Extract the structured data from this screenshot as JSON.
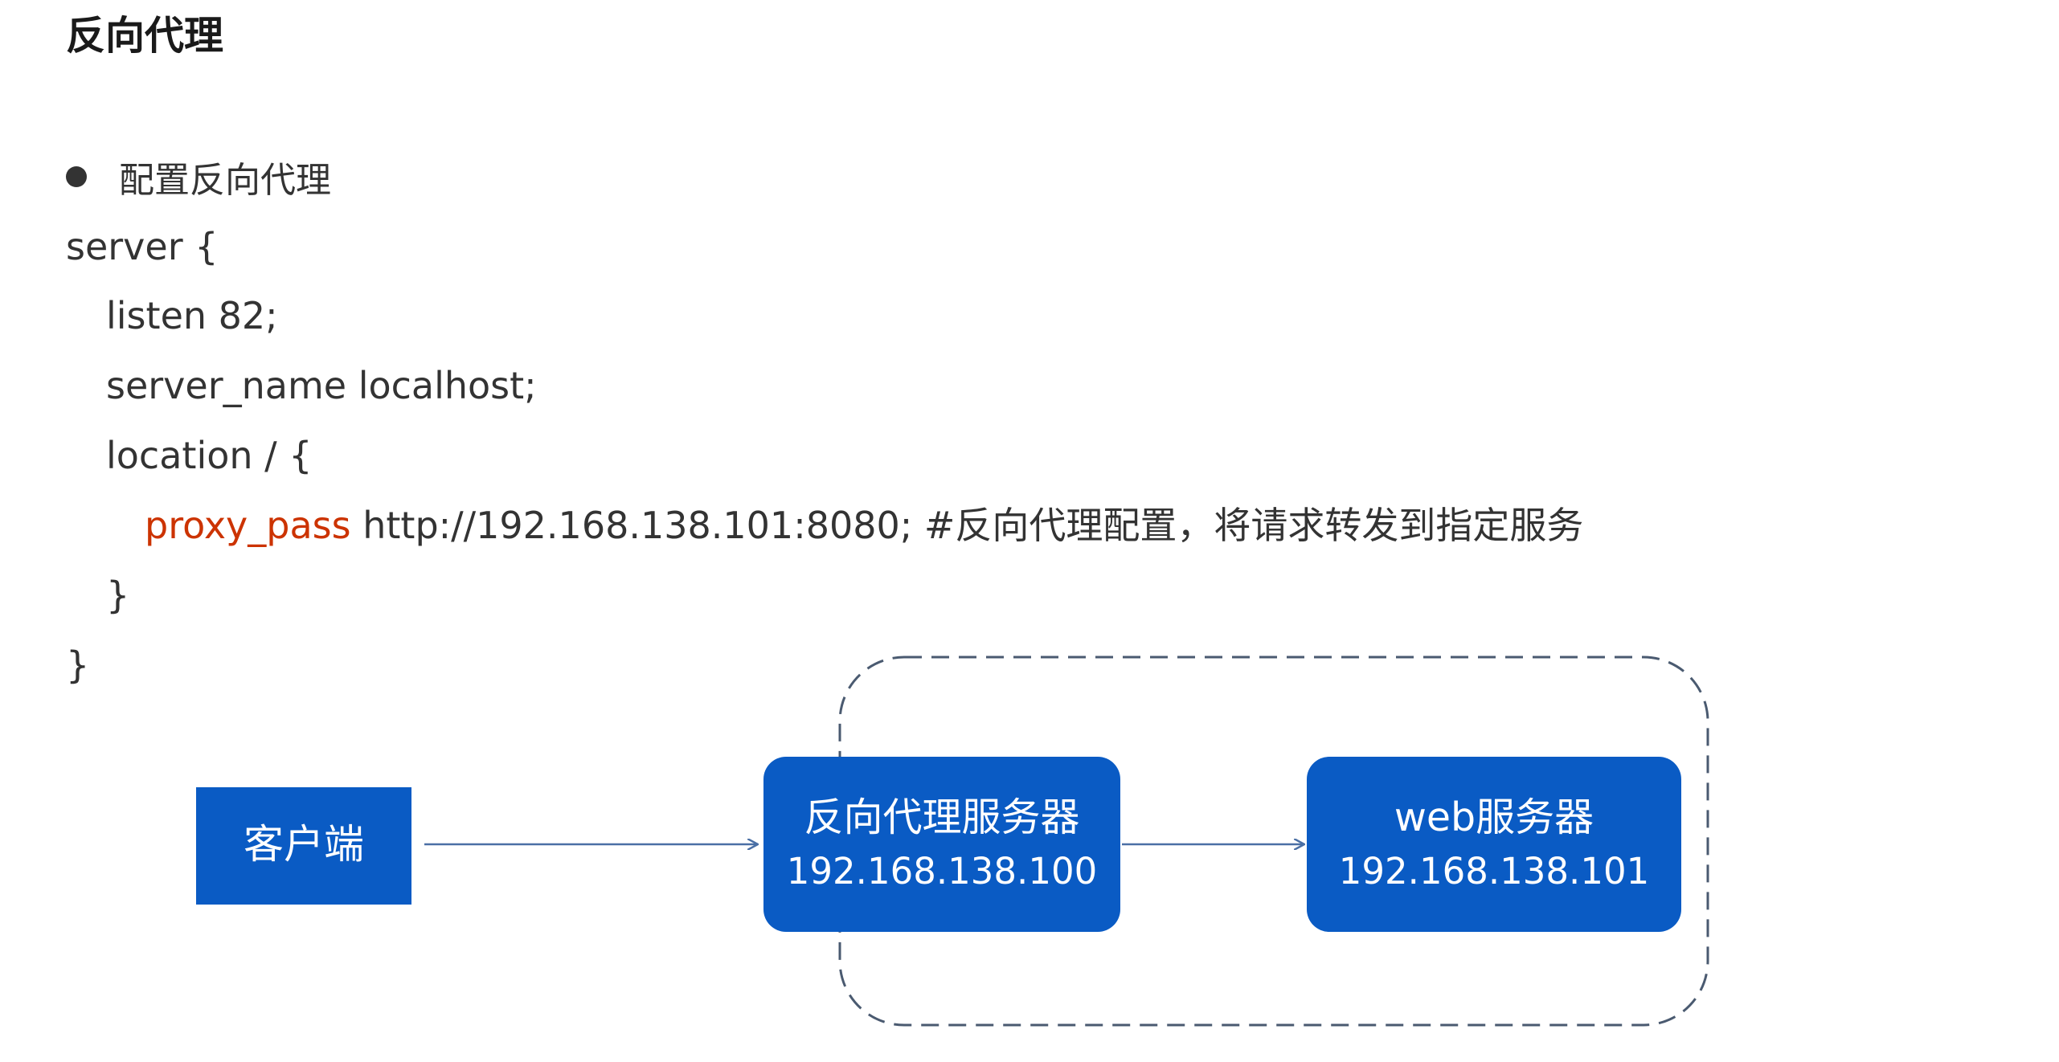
{
  "title": "反向代理",
  "bullet": "配置反向代理",
  "code": {
    "line1": "server {",
    "line2": "listen 82;",
    "line3": "server_name localhost;",
    "line4": "location / {",
    "line5_keyword": "proxy_pass",
    "line5_rest": " http://192.168.138.101:8080; #反向代理配置，将请求转发到指定服务",
    "line6": "}",
    "line7": "}"
  },
  "diagram": {
    "client": {
      "label": "客户端"
    },
    "proxy": {
      "label": "反向代理服务器",
      "ip": "192.168.138.100"
    },
    "web": {
      "label": "web服务器",
      "ip": "192.168.138.101"
    },
    "colors": {
      "client_fill": "#0a5bc4",
      "server_fill": "#0a5bc4",
      "arrow": "#4a6fa5",
      "dashed_border": "#4a5a70"
    }
  }
}
